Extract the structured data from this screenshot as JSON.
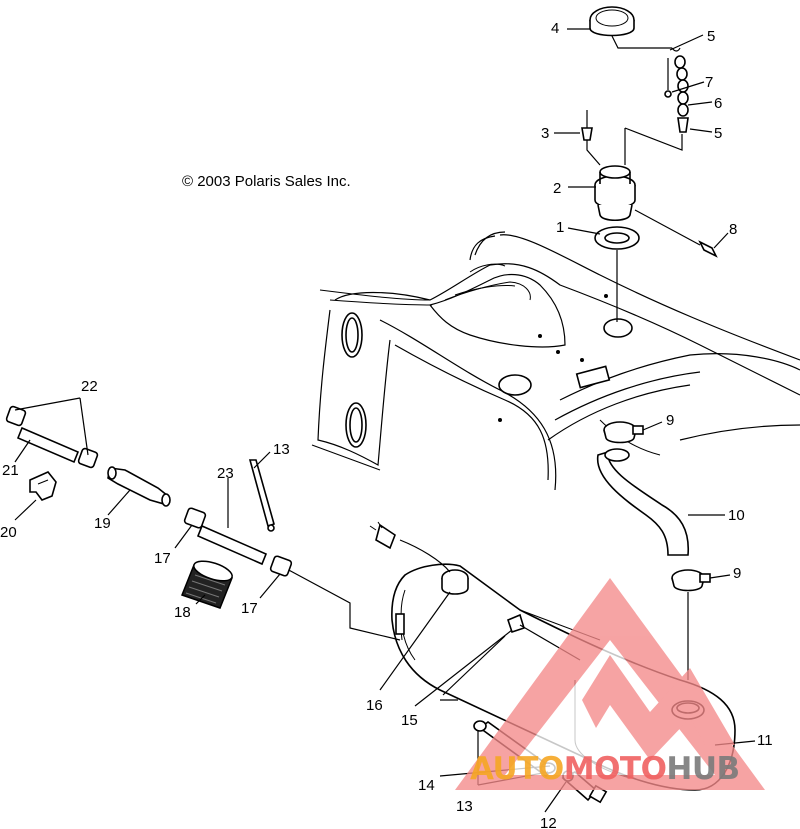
{
  "copyright": "© 2003 Polaris Sales Inc.",
  "callouts": [
    "4",
    "5",
    "7",
    "6",
    "5",
    "3",
    "2",
    "1",
    "8",
    "9",
    "10",
    "9",
    "11",
    "22",
    "21",
    "20",
    "19",
    "13",
    "23",
    "17",
    "18",
    "17",
    "16",
    "15",
    "14",
    "13",
    "12"
  ],
  "watermark": {
    "text_part1": "AUTO",
    "text_part2": "MOTO",
    "text_part3": "HUB",
    "colors": {
      "orange": "#f5a623",
      "red": "#f06060",
      "gray": "#7a7a7a"
    }
  }
}
